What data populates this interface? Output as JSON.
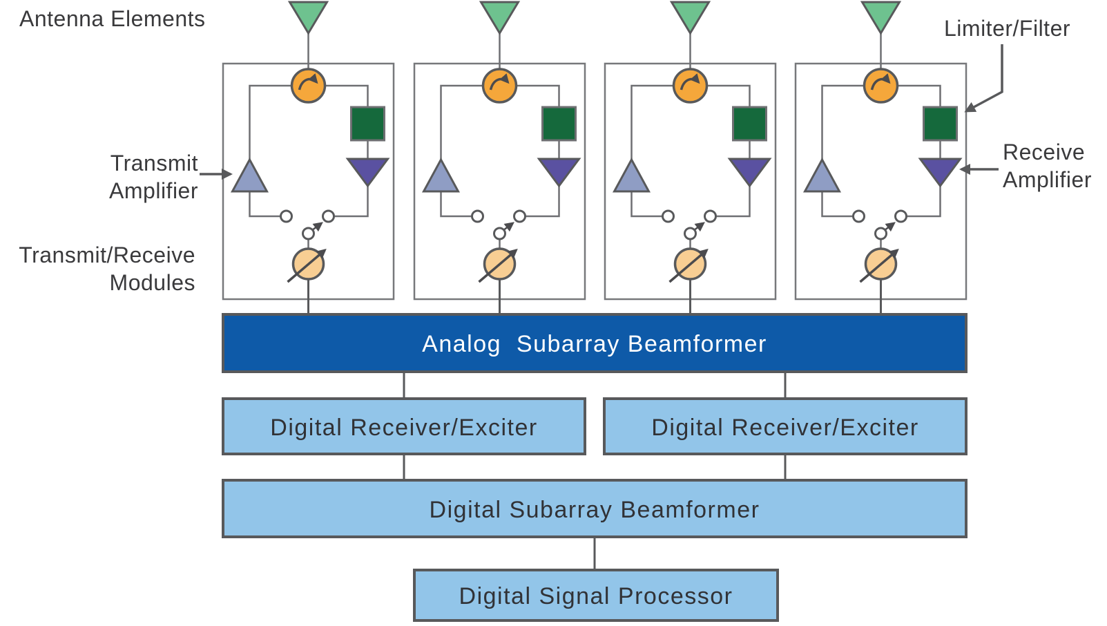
{
  "labels": {
    "antenna_elements": "Antenna Elements",
    "limiter_filter": "Limiter/Filter",
    "transmit_amplifier": [
      "Transmit",
      "Amplifier"
    ],
    "receive_amplifier": [
      "Receive",
      "Amplifier"
    ],
    "transmit_receive_modules": [
      "Transmit/Receive",
      "Modules"
    ]
  },
  "blocks": {
    "analog_subarray_beamformer": "Analog  Subarray Beamformer",
    "digital_receiver_exciter_left": "Digital Receiver/Exciter",
    "digital_receiver_exciter_right": "Digital Receiver/Exciter",
    "digital_subarray_beamformer": "Digital Subarray Beamformer",
    "digital_signal_processor": "Digital Signal Processor"
  },
  "modules": {
    "count": 4,
    "components": [
      {
        "name": "antenna-element",
        "icon": "triangle-down-icon"
      },
      {
        "name": "circulator",
        "icon": "circle-clockwise-arrow-icon"
      },
      {
        "name": "limiter-filter",
        "icon": "green-square-icon"
      },
      {
        "name": "transmit-amplifier",
        "icon": "triangle-up-icon"
      },
      {
        "name": "receive-amplifier",
        "icon": "triangle-down-icon"
      },
      {
        "name": "tr-switch",
        "icon": "spst-switch-icon"
      },
      {
        "name": "phase-shifter",
        "icon": "circle-diagonal-arrow-icon"
      }
    ]
  },
  "colors": {
    "antenna_fill": "#6EC28F",
    "circulator_fill": "#F5A73B",
    "limiter_filter_fill": "#15693C",
    "transmit_amplifier_fill": "#8F9DC4",
    "receive_amplifier_fill": "#5A51A1",
    "phase_shifter_fill": "#F8CE93",
    "analog_beamformer_fill": "#0E5AA8",
    "digital_block_fill": "#92C5E9",
    "outline_dark": "#58595B",
    "outline_light": "#6E6F72",
    "label_text": "#3A3A3C",
    "block_text_dark": "#313236",
    "block_text_light": "#FFFFFF"
  }
}
